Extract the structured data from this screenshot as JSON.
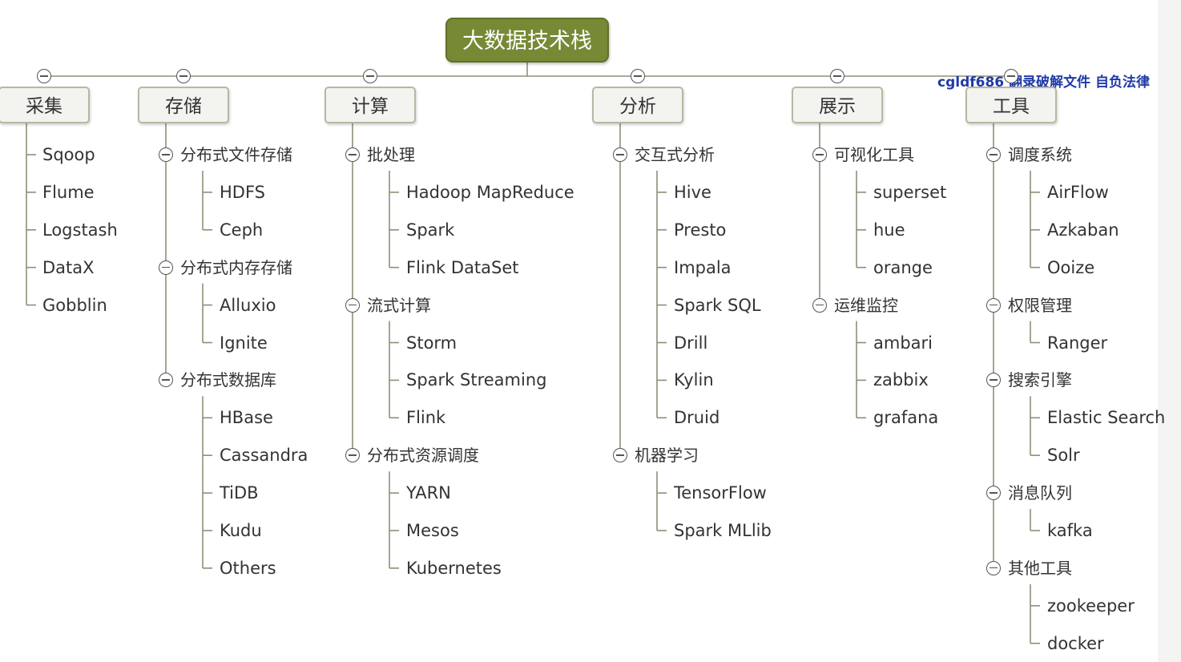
{
  "root": "大数据技术栈",
  "watermark": "cgldf686 翻录破解文件 自负法律",
  "categories": [
    {
      "label": "采集",
      "leaves": [
        "Sqoop",
        "Flume",
        "Logstash",
        "DataX",
        "Gobblin"
      ]
    },
    {
      "label": "存储",
      "groups": [
        {
          "label": "分布式文件存储",
          "items": [
            "HDFS",
            "Ceph"
          ]
        },
        {
          "label": "分布式内存存储",
          "items": [
            "Alluxio",
            "Ignite"
          ]
        },
        {
          "label": "分布式数据库",
          "items": [
            "HBase",
            "Cassandra",
            "TiDB",
            "Kudu",
            "Others"
          ]
        }
      ]
    },
    {
      "label": "计算",
      "groups": [
        {
          "label": "批处理",
          "items": [
            "Hadoop MapReduce",
            "Spark",
            "Flink DataSet"
          ]
        },
        {
          "label": "流式计算",
          "items": [
            "Storm",
            "Spark Streaming",
            "Flink"
          ]
        },
        {
          "label": "分布式资源调度",
          "items": [
            "YARN",
            "Mesos",
            "Kubernetes"
          ]
        }
      ]
    },
    {
      "label": "分析",
      "groups": [
        {
          "label": "交互式分析",
          "items": [
            "Hive",
            "Presto",
            "Impala",
            "Spark SQL",
            "Drill",
            "Kylin",
            "Druid"
          ]
        },
        {
          "label": "机器学习",
          "items": [
            "TensorFlow",
            "Spark MLlib"
          ]
        }
      ]
    },
    {
      "label": "展示",
      "groups": [
        {
          "label": "可视化工具",
          "items": [
            "superset",
            "hue",
            "orange"
          ]
        },
        {
          "label": "运维监控",
          "items": [
            "ambari",
            "zabbix",
            "grafana"
          ]
        }
      ]
    },
    {
      "label": "工具",
      "groups": [
        {
          "label": "调度系统",
          "items": [
            "AirFlow",
            "Azkaban",
            "Ooize"
          ]
        },
        {
          "label": "权限管理",
          "items": [
            "Ranger"
          ]
        },
        {
          "label": "搜索引擎",
          "items": [
            "Elastic Search",
            "Solr"
          ]
        },
        {
          "label": "消息队列",
          "items": [
            "kafka"
          ]
        },
        {
          "label": "其他工具",
          "items": [
            "zookeeper",
            "docker"
          ]
        }
      ]
    }
  ]
}
